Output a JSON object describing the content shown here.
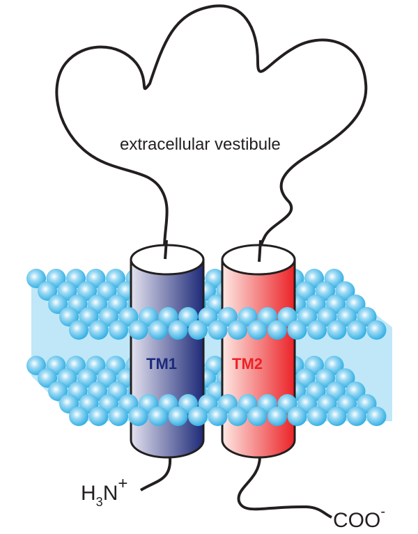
{
  "labels": {
    "vestibule": "extracellular vestibule",
    "tm1": "TM1",
    "tm2": "TM2",
    "n_terminus_main": "H",
    "n_terminus_sub": "3",
    "n_terminus_n": "N",
    "n_terminus_sup": "+",
    "c_terminus": "COO",
    "c_terminus_sup": "-"
  },
  "colors": {
    "sphere": "#29abe2",
    "membrane_core": "#bfe7f8",
    "tm1_dark": "#1d2a78",
    "tm1_light": "#e4e2ef",
    "tm2_dark": "#ec2227",
    "tm2_light": "#fde9e4",
    "tm1_text": "#1b2a7a",
    "tm2_text": "#ec2227",
    "line": "#231f20"
  }
}
